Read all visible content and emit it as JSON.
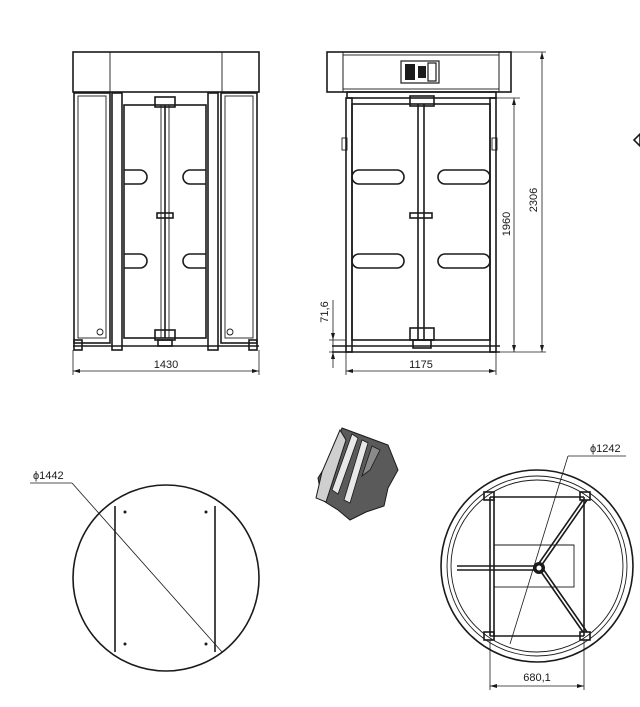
{
  "dimensions": {
    "front_width": "1430",
    "side_width": "1175",
    "total_height": "2306",
    "door_height": "1960",
    "base_height": "71,6",
    "base_diameter": "ϕ1442",
    "canopy_diameter": "ϕ1242",
    "offset": "680,1"
  },
  "colors": {
    "line": "#1a1a1a",
    "background": "#ffffff",
    "model_dark": "#5a5a5a",
    "model_light": "#cfcfcf"
  }
}
